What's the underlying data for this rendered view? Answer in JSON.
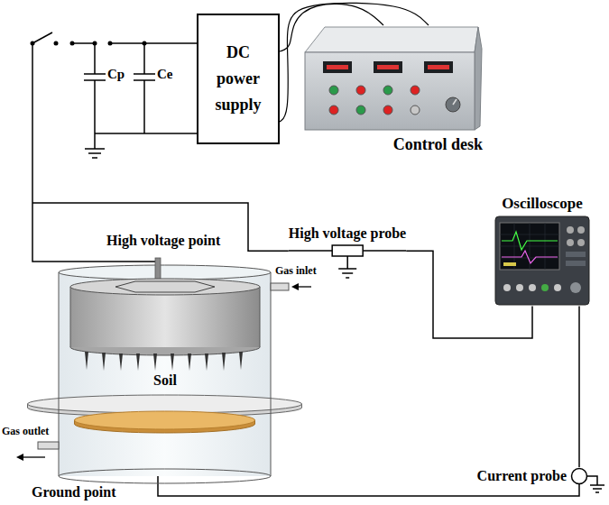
{
  "diagram": {
    "nodes": [
      {
        "text": [
          "DC power supply"
        ]
      },
      {
        "text": [
          "Control desk"
        ]
      },
      {
        "text": [
          "Oscilloscope"
        ]
      },
      {
        "text": [
          "High voltage probe"
        ]
      },
      {
        "text": [
          "Current probe"
        ]
      }
    ],
    "edges": [
      {
        "from": 0,
        "to": 1,
        "arrow": "none"
      },
      {
        "from": 0,
        "to": 1,
        "arrow": "none"
      },
      {
        "from": 3,
        "to": 2,
        "arrow": "none"
      },
      {
        "from": 2,
        "to": 4,
        "arrow": "none"
      }
    ],
    "labels": [
      "Cp",
      "Ce",
      "High voltage point",
      "Gas inlet",
      "Soil",
      "Gas outlet",
      "Ground point"
    ]
  }
}
